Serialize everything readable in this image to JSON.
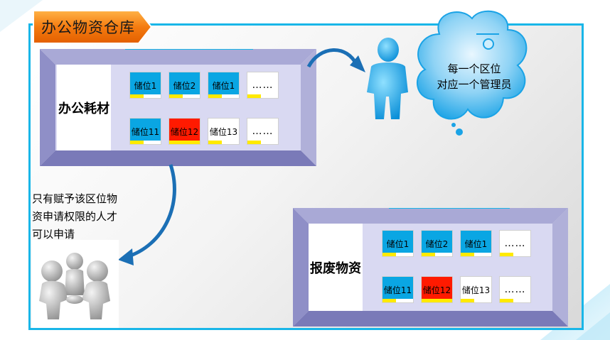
{
  "title": "办公物资仓库",
  "top_panel": {
    "label": "办公耗材",
    "rows": [
      [
        {
          "text": "储位1",
          "style": "blue",
          "bar": 0.45
        },
        {
          "text": "储位2",
          "style": "blue",
          "bar": 0.45
        },
        {
          "text": "储位1",
          "style": "blue",
          "bar": 0.45
        },
        {
          "text": "……",
          "style": "dots",
          "bar": 0.45
        }
      ],
      [
        {
          "text": "储位11",
          "style": "blue",
          "bar": 0.45
        },
        {
          "text": "储位12",
          "style": "red",
          "bar": 1.0
        },
        {
          "text": "储位13",
          "style": "white",
          "bar": 0.45
        },
        {
          "text": "……",
          "style": "dots",
          "bar": 0.45
        }
      ]
    ]
  },
  "bottom_panel": {
    "label": "报废物资",
    "rows": [
      [
        {
          "text": "储位1",
          "style": "blue",
          "bar": 0.45
        },
        {
          "text": "储位2",
          "style": "blue",
          "bar": 0.45
        },
        {
          "text": "储位1",
          "style": "blue",
          "bar": 0.45
        },
        {
          "text": "……",
          "style": "dots",
          "bar": 0.45
        }
      ],
      [
        {
          "text": "储位11",
          "style": "blue",
          "bar": 0.45
        },
        {
          "text": "储位12",
          "style": "red",
          "bar": 1.0
        },
        {
          "text": "储位13",
          "style": "white",
          "bar": 0.45
        },
        {
          "text": "……",
          "style": "dots",
          "bar": 0.45
        }
      ]
    ]
  },
  "cloud_note": {
    "line1": "每一个区位",
    "line2": "对应一个管理员"
  },
  "permission_note": {
    "line1": "只有赋予该区位物",
    "line2": "资申请权限的人才",
    "line3": "可以申请"
  },
  "icons": {
    "manager": "person-icon",
    "team": "team-people-icon",
    "cloud": "cloud-callout-icon"
  },
  "colors": {
    "frame": "#19b6e8",
    "title_tag": "#f07a10",
    "slot_blue": "#0aa6e3",
    "slot_red": "#ff1a00",
    "bar_yellow": "#ffea00",
    "panel_face": "#d9d9f2",
    "arrow": "#1b6fb5"
  }
}
